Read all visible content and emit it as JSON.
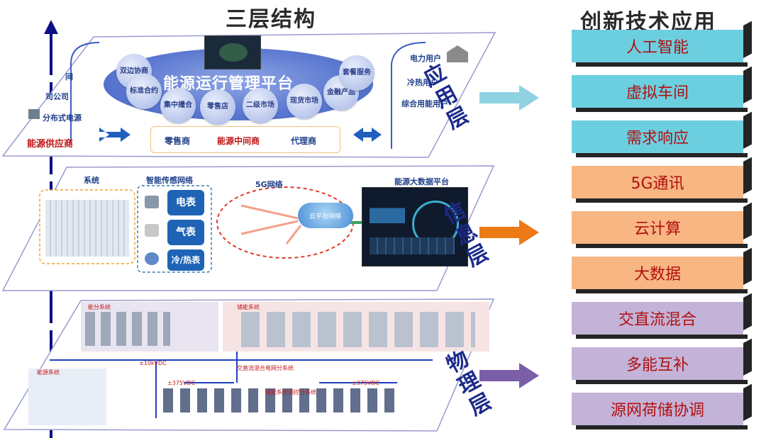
{
  "header": {
    "left_title": "三层结构",
    "right_title": "创新技术应用"
  },
  "app_layer": {
    "name": "应用层",
    "platform": "能源运行管理平台",
    "bubbles": [
      "双边协商",
      "标准合约",
      "集中撮合",
      "零售店",
      "二级市场",
      "现货市场",
      "金融产品",
      "套餐服务"
    ],
    "left_labels": [
      "间",
      "司公司",
      "分布式电源"
    ],
    "supplier": "能源供应商",
    "right_labels": [
      "电力用户",
      "冷热用户",
      "综合用能用户"
    ],
    "bottom": [
      "零售商",
      "能源中间商",
      "代理商"
    ]
  },
  "info_layer": {
    "name": "信息层",
    "labels": {
      "left_system": "系统",
      "sensor": "智能传感网络",
      "net5g": "5G网络",
      "bigdata": "能源大数据平台",
      "cloud": "云平台网络"
    },
    "meters": [
      "电表",
      "气表",
      "冷/热表"
    ]
  },
  "phys_layer": {
    "name": "物理层",
    "labels": [
      "能分系统",
      "储能系统",
      "交直流混合电网分系统",
      "储能系统调控分系统",
      "能源系统",
      "±375VDC",
      "±375VDC",
      "±10kVDC"
    ]
  },
  "tech_list": [
    {
      "label": "人工智能",
      "color": "#6ccfe0"
    },
    {
      "label": "虚拟车间",
      "color": "#6ccfe0"
    },
    {
      "label": "需求响应",
      "color": "#6ccfe0"
    },
    {
      "label": "5G通讯",
      "color": "#f7b682"
    },
    {
      "label": "云计算",
      "color": "#f7b682"
    },
    {
      "label": "大数据",
      "color": "#f7b682"
    },
    {
      "label": "交直流混合",
      "color": "#c4b3d8"
    },
    {
      "label": "多能互补",
      "color": "#c4b3d8"
    },
    {
      "label": "源网荷储协调",
      "color": "#c4b3d8"
    }
  ],
  "arrow_colors": {
    "app": "#8fd3e3",
    "info": "#ec7a16",
    "phys": "#7b5ea8"
  }
}
